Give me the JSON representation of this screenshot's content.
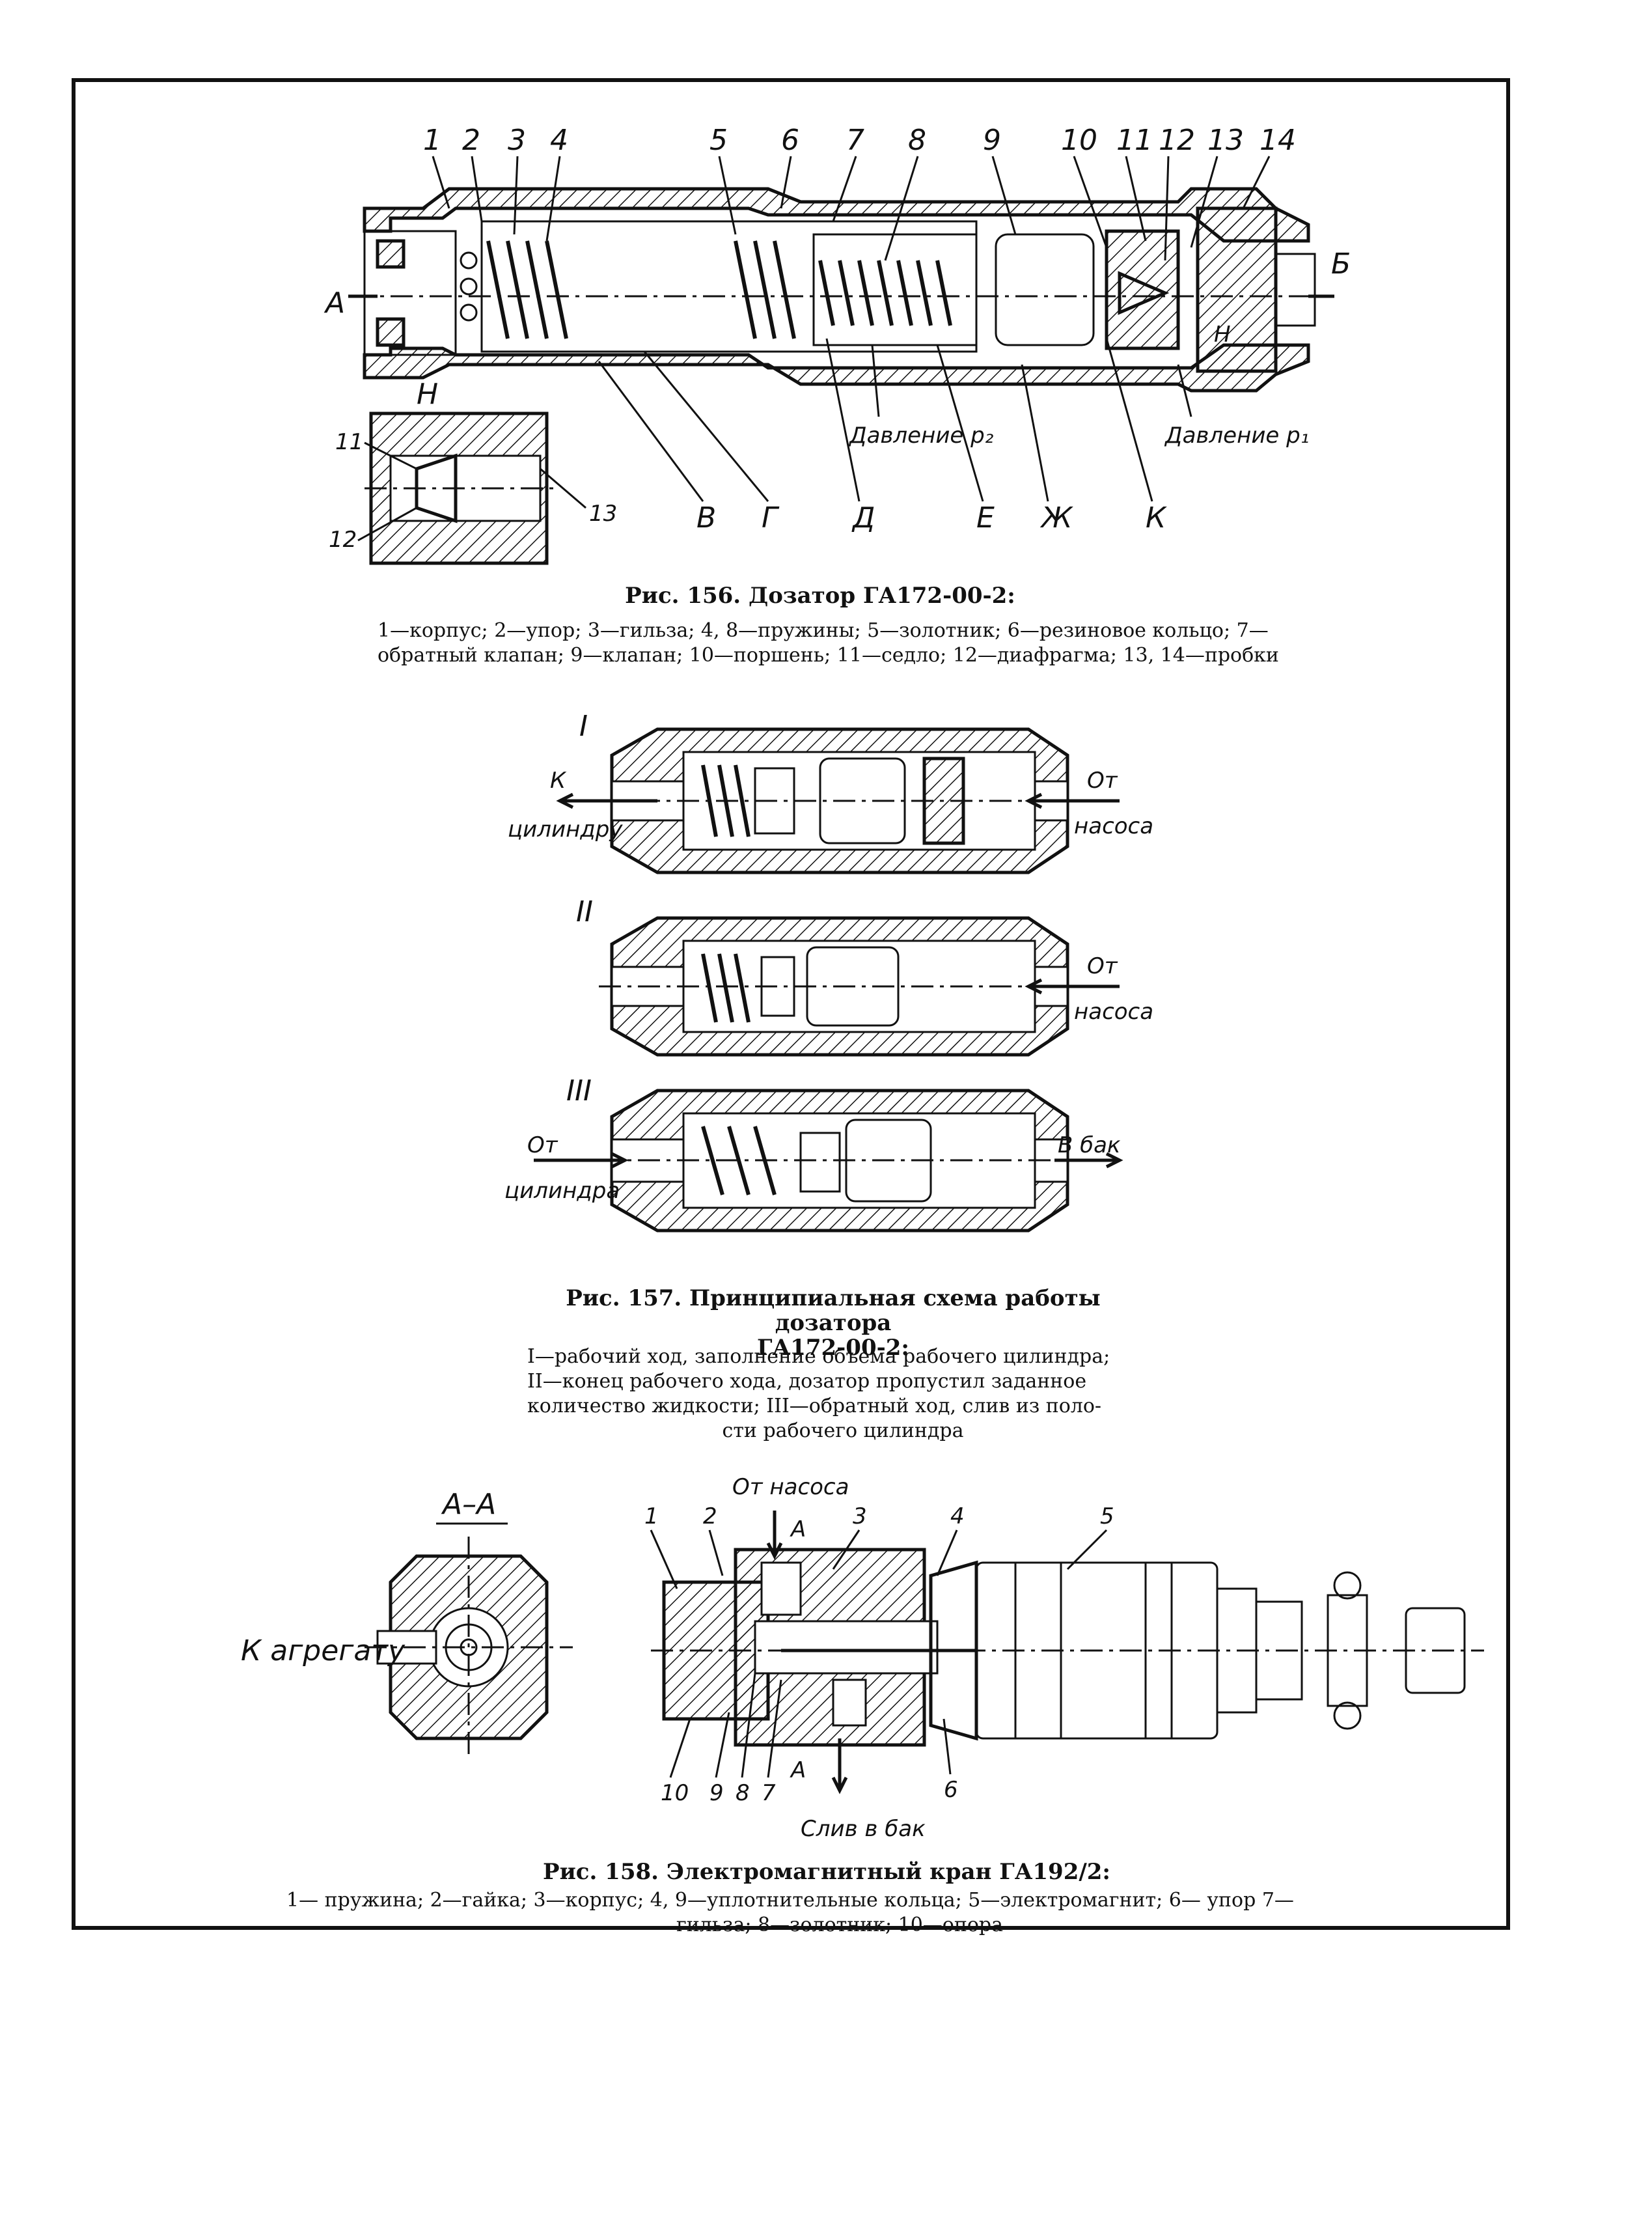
{
  "fig156": {
    "callouts": [
      "1",
      "2",
      "3",
      "4",
      "5",
      "6",
      "7",
      "8",
      "9",
      "10",
      "11",
      "12",
      "13",
      "14"
    ],
    "port_a": "А",
    "port_b": "Б",
    "port_n": "Н",
    "pressure_p2": "Давление p₂",
    "pressure_p1": "Давление p₁",
    "bottom_letters": [
      "В",
      "Г",
      "Д",
      "Е",
      "Ж",
      "К"
    ],
    "detail": {
      "title": "Н",
      "label_11": "11",
      "label_12": "12",
      "label_13": "13"
    },
    "caption_title": "Рис. 156. Дозатор ГА172-00-2:",
    "caption_line1": "1—корпус; 2—упор; 3—гильза; 4, 8—пружины; 5—золотник; 6—резиновое кольцо; 7—",
    "caption_line2": "обратный клапан; 9—клапан; 10—поршень; 11—седло; 12—диафрагма; 13, 14—пробки"
  },
  "fig157": {
    "stage1": {
      "numeral": "I",
      "left_label_1": "К",
      "left_label_2": "цилиндру",
      "right_label_1": "От",
      "right_label_2": "насоса"
    },
    "stage2": {
      "numeral": "II",
      "right_label_1": "От",
      "right_label_2": "насоса"
    },
    "stage3": {
      "numeral": "III",
      "left_label_1": "От",
      "left_label_2": "цилиндра",
      "right_label": "В бак"
    },
    "caption_title_1": "Рис. 157. Принципиальная схема работы дозатора",
    "caption_title_2": "ГА172-00-2:",
    "caption_lines": [
      "I—рабочий ход, заполнение объема рабочего цилиндра;",
      "II—конец рабочего хода, дозатор пропустил заданное",
      "количество жидкости; III—обратный ход, слив из поло-",
      "сти рабочего цилиндра"
    ]
  },
  "fig158": {
    "section_title": "А–А",
    "to_unit": "К агрегату",
    "from_pump": "От насоса",
    "drain": "Слив в бак",
    "section_mark": "А",
    "top_numbers": [
      "1",
      "2",
      "3",
      "4",
      "5"
    ],
    "bottom_numbers": [
      "10",
      "9",
      "8",
      "7",
      "6"
    ],
    "caption_title": "Рис. 158. Электромагнитный кран ГА192/2:",
    "caption_line1": "1— пружина; 2—гайка; 3—корпус; 4, 9—уплотнительные кольца; 5—электромагнит; 6— упор 7—",
    "caption_line2": "гильза; 8—золотник; 10—опора"
  }
}
